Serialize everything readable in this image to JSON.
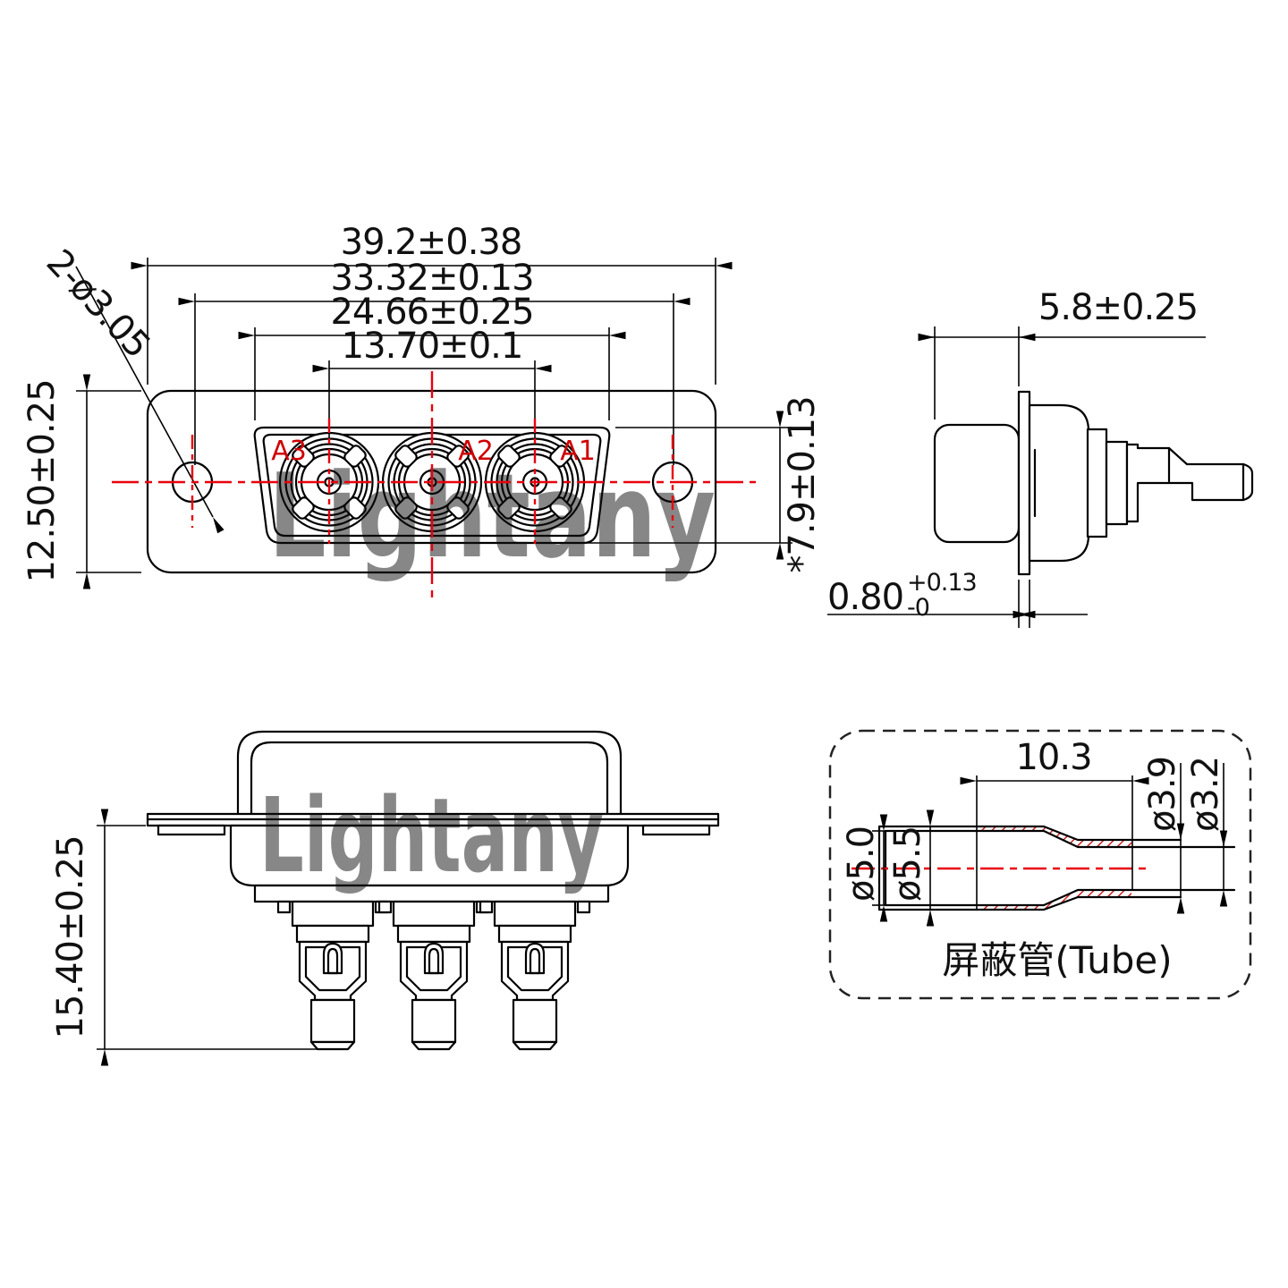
{
  "colors": {
    "line": "#000000",
    "centerline_red": "#e8000d",
    "label_red": "#cf0000",
    "hatch_red": "#c81414",
    "watermark_pink": "#eab4b4"
  },
  "watermark": {
    "text": "Lightany"
  },
  "front_view": {
    "dim_overall_width": "39.2±0.38",
    "dim_hole_spacing": "33.32±0.13",
    "dim_insert_width": "24.66±0.25",
    "dim_contact_spacing": "13.70±0.1",
    "dim_flange_height": "12.50±0.25",
    "dim_insert_height": "*7.9±0.13",
    "mounting_hole_note": "2-ø3.05",
    "contact_labels": [
      "A3",
      "A2",
      "A1"
    ]
  },
  "side_view": {
    "dim_body_depth": "5.8±0.25",
    "dim_flange_thickness": "0.80",
    "dim_flange_thickness_tol_plus": "+0.13",
    "dim_flange_thickness_tol_minus": "-0"
  },
  "bottom_view": {
    "dim_total_height": "15.40±0.25"
  },
  "tube_view": {
    "dim_length": "10.3",
    "dim_outer_small": "ø3.9",
    "dim_inner_small": "ø3.2",
    "dim_inner_large": "ø5.0",
    "dim_outer_large": "ø5.5",
    "caption": "屏蔽管(Tube)"
  }
}
